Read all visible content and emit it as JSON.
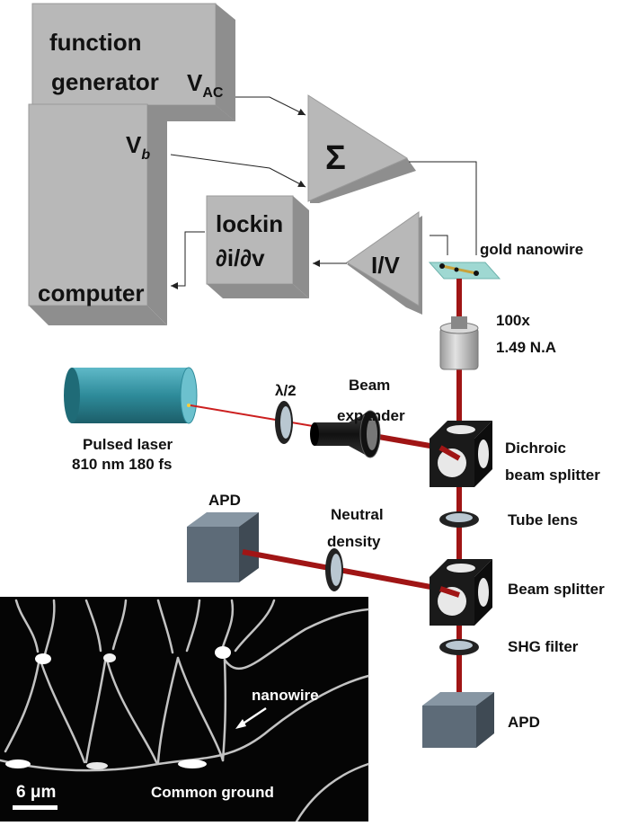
{
  "colors": {
    "box": "#b8b8b8",
    "beam": "#a01515",
    "laser": "#2e8b9a",
    "apd": "#5d6b78",
    "cube": "#1a1a1a"
  },
  "blocks": {
    "function_generator": {
      "line1": "function",
      "line2": "generator",
      "v_main": "V",
      "v_sub": "AC"
    },
    "computer": {
      "label": "computer",
      "v_main": "V",
      "v_sub": "b"
    },
    "summing_amp": {
      "symbol": "Σ"
    },
    "lockin": {
      "line1": "lockin",
      "line2": "∂i/∂v"
    },
    "iv_converter": {
      "label": "I/V"
    }
  },
  "optics": {
    "sample": "gold nanowire",
    "objective_line1": "100x",
    "objective_line2": "1.49 N.A",
    "laser_line1": "Pulsed laser",
    "laser_line2": "810 nm 180 fs",
    "half_wave": "λ/2",
    "expander_line1": "Beam",
    "expander_line2": "expander",
    "dichroic_line1": "Dichroic",
    "dichroic_line2": "beam splitter",
    "tube_lens": "Tube lens",
    "apd_side": "APD",
    "nd_line1": "Neutral",
    "nd_line2": "density",
    "beam_splitter": "Beam splitter",
    "shg_filter": "SHG filter",
    "apd_bottom": "APD"
  },
  "micrograph": {
    "annotation": "nanowire",
    "scale": "6 μm",
    "ground": "Common ground"
  }
}
